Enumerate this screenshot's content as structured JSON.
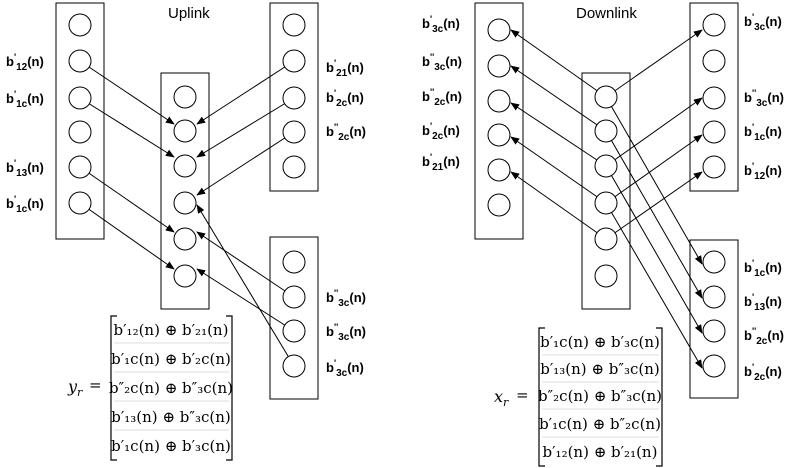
{
  "uplink": {
    "title": "Uplink",
    "left_labels": [
      [
        "b",
        "'",
        "12",
        "(n)"
      ],
      [
        "b",
        "'",
        "1c",
        "(n)"
      ],
      [
        "b",
        "'",
        "13",
        "(n)"
      ],
      [
        "b",
        "'",
        "1c",
        "(n)"
      ]
    ],
    "right_top_labels": [
      [
        "b",
        "'",
        "21",
        "(n)"
      ],
      [
        "b",
        "'",
        "2c",
        "(n)"
      ],
      [
        "b",
        "''",
        "2c",
        "(n)"
      ]
    ],
    "right_bottom_labels": [
      [
        "b",
        "''",
        "3c",
        "(n)"
      ],
      [
        "b",
        "''",
        "3c",
        "(n)"
      ],
      [
        "b",
        "'",
        "3c",
        "(n)"
      ]
    ],
    "equation_lhs": "y",
    "equation_lhs_sub": "r",
    "equation_rows": [
      "b′₁₂(n) ⊕ b′₂₁(n)",
      "b′₁c(n) ⊕ b′₂c(n)",
      "b″₂c(n) ⊕ b″₃c(n)",
      "b′₁₃(n) ⊕ b″₃c(n)",
      "b′₁c(n) ⊕ b′₃c(n)"
    ]
  },
  "downlink": {
    "title": "Downlink",
    "left_labels": [
      [
        "b",
        "'",
        "3c",
        "(n)"
      ],
      [
        "b",
        "''",
        "3c",
        "(n)"
      ],
      [
        "b",
        "''",
        "2c",
        "(n)"
      ],
      [
        "b",
        "'",
        "2c",
        "(n)"
      ],
      [
        "b",
        "'",
        "21",
        "(n)"
      ]
    ],
    "right_top_labels": [
      [
        "b",
        "'",
        "3c",
        "(n)"
      ],
      [
        "b",
        "''",
        "3c",
        "(n)"
      ],
      [
        "b",
        "'",
        "1c",
        "(n)"
      ],
      [
        "b",
        "'",
        "12",
        "(n)"
      ]
    ],
    "right_bottom_labels": [
      [
        "b",
        "'",
        "1c",
        "(n)"
      ],
      [
        "b",
        "'",
        "13",
        "(n)"
      ],
      [
        "b",
        "''",
        "2c",
        "(n)"
      ],
      [
        "b",
        "'",
        "2c",
        "(n)"
      ]
    ],
    "equation_lhs": "x",
    "equation_lhs_sub": "r",
    "equation_rows": [
      "b′₁c(n) ⊕ b′₃c(n)",
      "b′₁₃(n) ⊕ b″₃c(n)",
      "b″₂c(n) ⊕ b″₃c(n)",
      "b′₁c(n) ⊕ b″₂c(n)",
      "b′₁₂(n) ⊕ b′₂₁(n)"
    ]
  },
  "equals_sign": "="
}
